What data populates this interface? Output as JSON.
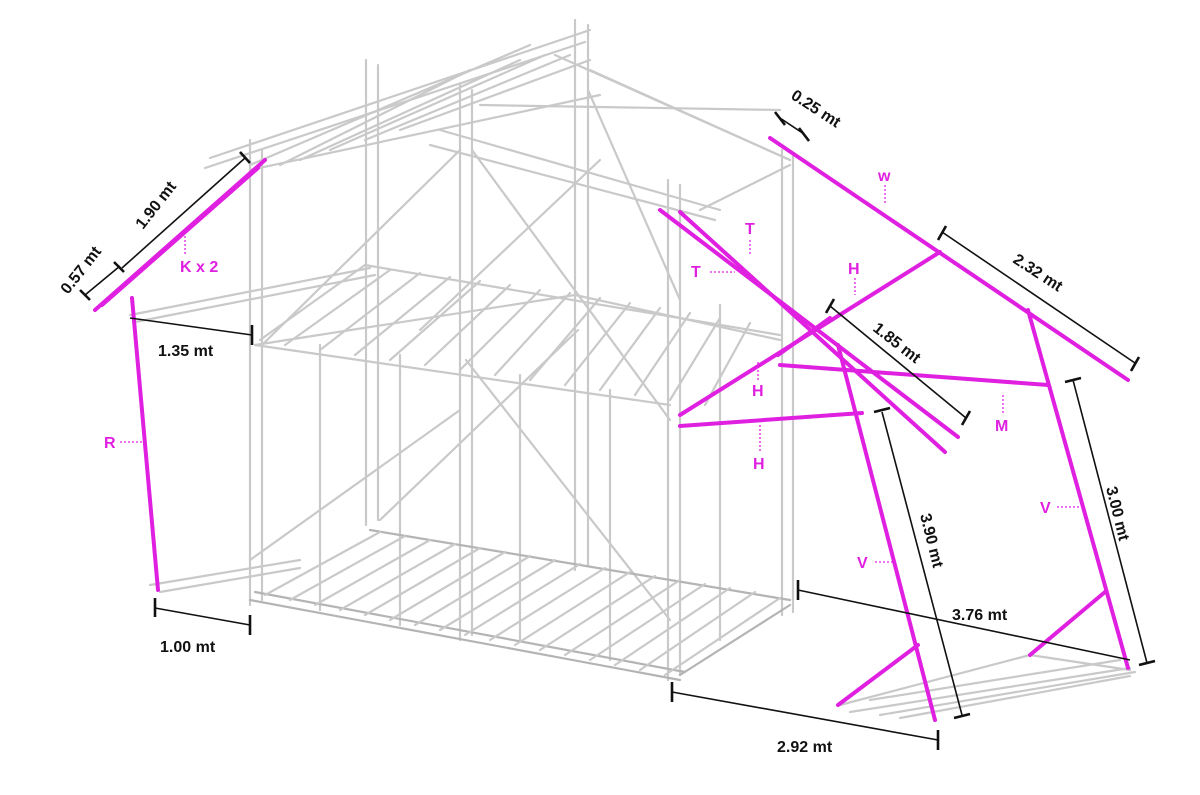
{
  "colors": {
    "highlight": "#e020e0",
    "structure": "#c9c9c9",
    "dimension": "#111111"
  },
  "dimensions": {
    "d057": "0.57 mt",
    "d190": "1.90 mt",
    "d135": "1.35 mt",
    "d100": "1.00 mt",
    "d025": "0.25 mt",
    "d232": "2.32 mt",
    "d185": "1.85 mt",
    "d390": "3.90 mt",
    "d300": "3.00 mt",
    "d376": "3.76 mt",
    "d292": "2.92 mt"
  },
  "labels": {
    "k": "K x 2",
    "r": "R",
    "w": "w",
    "t1": "T",
    "t2": "T",
    "h1": "H",
    "h2": "H",
    "h3": "H",
    "m": "M",
    "v1": "V",
    "v2": "V"
  }
}
